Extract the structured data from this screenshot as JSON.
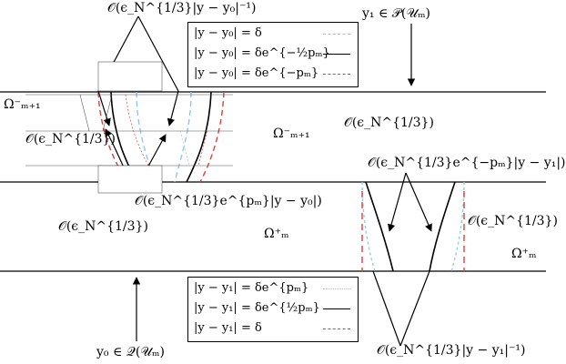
{
  "labels": {
    "top_order": "𝒪(ϵ_N^{1/3}|y − y₀|⁻¹)",
    "y1_in": "y₁ ∈ 𝒫(𝒰ₘ)",
    "omega_m1_minus": "Ω⁻ₘ₊₁",
    "omega_m1_minus_mid": "Ω⁻ₘ₊₁",
    "order_left_top": "𝒪(ϵ_N^{1/3})",
    "order_mid_top": "𝒪(ϵ_N^{1/3})",
    "order_mid_exp": "𝒪(ϵ_N^{1/3}e^{pₘ}|y − y₀|)",
    "order_right_exp": "𝒪(ϵ_N^{1/3}e^{−pₘ}|y − y₁|)",
    "order_left_bottom": "𝒪(ϵ_N^{1/3})",
    "omega_m_plus_mid": "Ω⁺ₘ",
    "order_right_bottom": "𝒪(ϵ_N^{1/3})",
    "omega_m_plus_right": "Ω⁺ₘ",
    "y0_in": "y₀ ∈ 𝒬(𝒰ₘ)",
    "bottom_order": "𝒪(ϵ_N^{1/3}|y − y₁|⁻¹)"
  },
  "legend_top": {
    "rows": [
      {
        "text": "|y − y₀| = δ",
        "style": "dashed",
        "color": "#8cc8e0"
      },
      {
        "text": "|y − y₀| = δe^{−½pₘ}",
        "style": "solid",
        "color": "#000000"
      },
      {
        "text": "|y − y₀| = δe^{−pₘ}",
        "style": "dashed",
        "color": "#d94040"
      }
    ]
  },
  "legend_bottom": {
    "rows": [
      {
        "text": "|y − y₁| = δe^{pₘ}",
        "style": "dotted",
        "color": "#8ed0d8"
      },
      {
        "text": "|y − y₁| = δe^{½pₘ}",
        "style": "solid",
        "color": "#000000"
      },
      {
        "text": "|y − y₁| = δ",
        "style": "dashed",
        "color": "#d94040"
      }
    ]
  },
  "inset": {
    "labels": [
      "|y − y₀| = δ",
      "|y − y₀| = δe^{−½pₘ}",
      "|y − y₀| = δe^{−pₘ}",
      "|y − y₁| = δe^{pₘ}",
      "|y − y₁| = δe^{½pₘ}",
      "|y − y₁| = δ"
    ]
  },
  "colors": {
    "blue_dash": "#8cc8e0",
    "red_dash": "#d94040",
    "cyan_dot": "#8ed0d8"
  }
}
